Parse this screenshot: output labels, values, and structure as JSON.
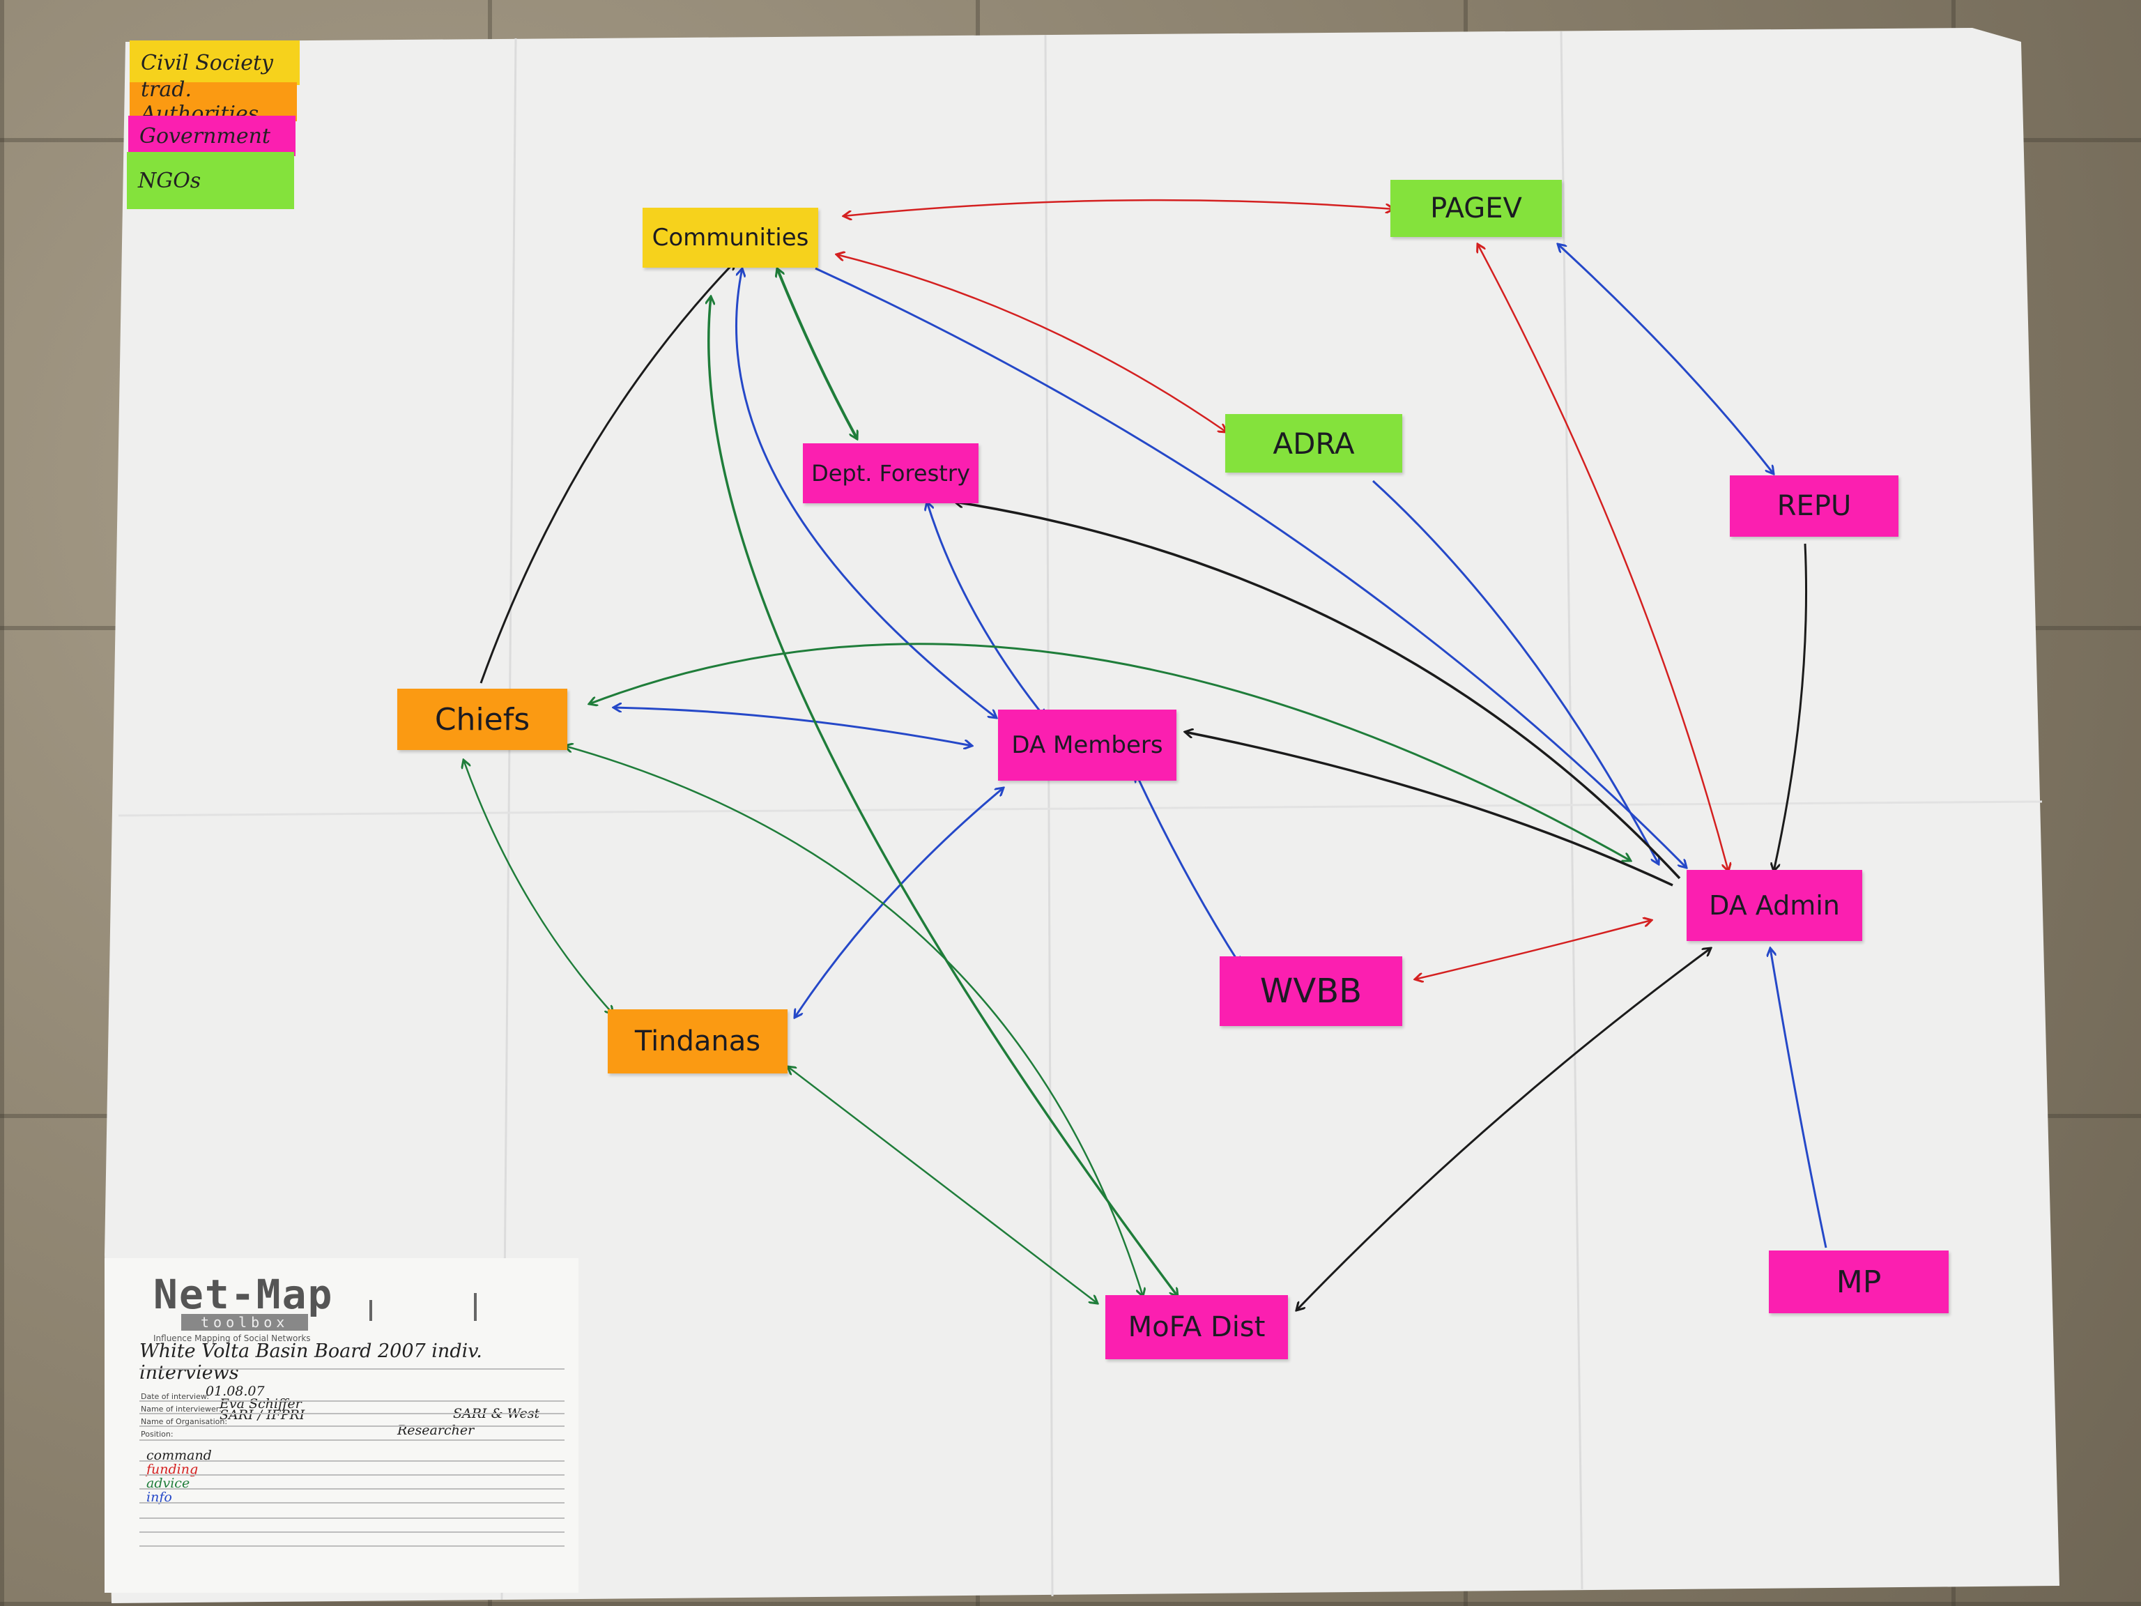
{
  "legend": {
    "civil_society": "Civil Society",
    "trad_authorities": "trad. Authorities",
    "government": "Government",
    "ngos": "NGOs"
  },
  "nodes": {
    "communities": "Communities",
    "pagev": "PAGEV",
    "adra": "ADRA",
    "dept_forestry": "Dept. Forestry",
    "repu": "REPU",
    "chiefs": "Chiefs",
    "da_members": "DA Members",
    "da_admin": "DA Admin",
    "wvbb": "WVBB",
    "tindanas": "Tindanas",
    "mofa_dist": "MoFA Dist",
    "mp": "MP"
  },
  "form": {
    "logo_title": "Net-Map",
    "logo_subtitle": "toolbox",
    "tagline": "Influence Mapping of Social Networks",
    "study_title": "White Volta Basin Board 2007 indiv. interviews",
    "label_date": "Date of interview:",
    "value_date": "01.08.07",
    "label_interviewer": "Name of interviewer:",
    "value_interviewer": "Eva Schiffer",
    "label_org": "Name of Organisation:",
    "value_org": "SARI / IFPRI",
    "label_position": "Position:",
    "value_position": "Researcher",
    "value_partner_org": "SARI & West",
    "key_command": "command",
    "key_funding": "funding",
    "key_advice": "advice",
    "key_info": "info"
  },
  "colors": {
    "civil_society": "#f6d21c",
    "trad_authorities": "#fb9a12",
    "government": "#fb1fb0",
    "ngos": "#84e23c",
    "link_command": "#1b1b1b",
    "link_funding": "#d42020",
    "link_advice": "#1f7d3a",
    "link_info": "#2548c8"
  }
}
